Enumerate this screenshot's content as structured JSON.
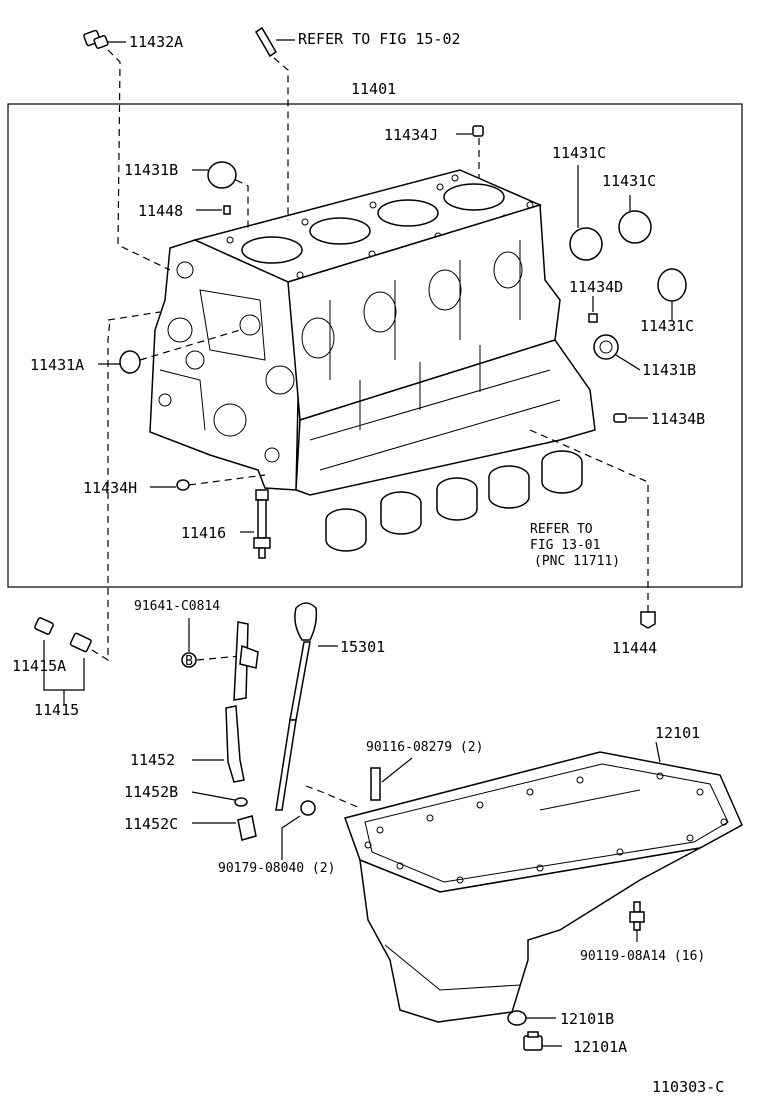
{
  "labels": {
    "p11432A": "11432A",
    "refer_fig_15_02": "REFER TO FIG 15-02",
    "p11401": "11401",
    "p11434J": "11434J",
    "p11431B_top": "11431B",
    "p11431C_1": "11431C",
    "p11431C_2": "11431C",
    "p11448": "11448",
    "p11434D": "11434D",
    "p11431C_3": "11431C",
    "p11431A": "11431A",
    "p11431B_right": "11431B",
    "p11434B": "11434B",
    "p11434H": "11434H",
    "p11416": "11416",
    "refer_fig_13_01_l1": "REFER TO",
    "refer_fig_13_01_l2": "FIG 13-01",
    "refer_fig_13_01_l3": "(PNC 11711)",
    "p91641_C0814": "91641-C0814",
    "p15301": "15301",
    "p11444": "11444",
    "p11415A": "11415A",
    "p11415": "11415",
    "p12101": "12101",
    "p90116_08279": "90116-08279 (2)",
    "p11452": "11452",
    "p11452B": "11452B",
    "p11452C": "11452C",
    "p90179_08040": "90179-08040 (2)",
    "p90119_08A14": "90119-08A14 (16)",
    "p12101B": "12101B",
    "p12101A": "12101A",
    "figure_code": "110303-C",
    "bolt_marker": "B"
  }
}
